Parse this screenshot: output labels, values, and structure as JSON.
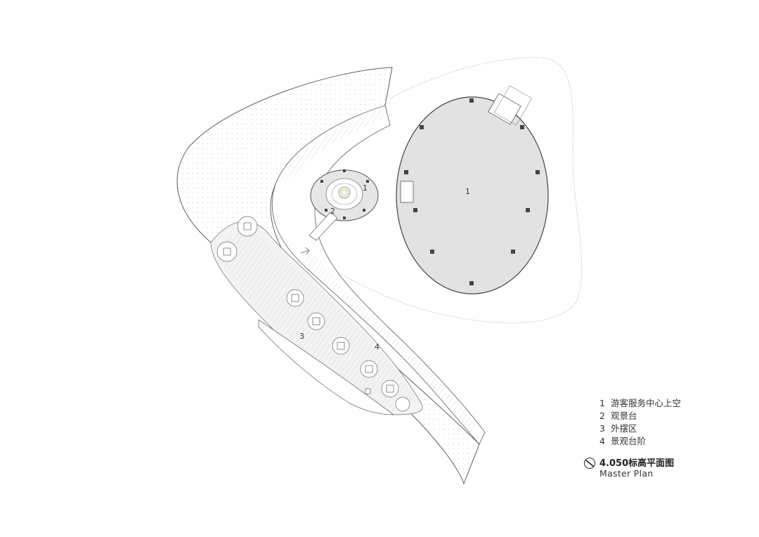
{
  "plan": {
    "region_labels": [
      {
        "id": "visitor-center",
        "text": "1"
      },
      {
        "id": "observation-deck",
        "text": "2"
      },
      {
        "id": "outdoor-stalls",
        "text": "3"
      },
      {
        "id": "deck-steps",
        "text": "4"
      },
      {
        "id": "tower-1",
        "text": "1"
      }
    ]
  },
  "legend": {
    "items": [
      {
        "num": "1",
        "label": "游客服务中心上空"
      },
      {
        "num": "2",
        "label": "观景台"
      },
      {
        "num": "3",
        "label": "外摆区"
      },
      {
        "num": "4",
        "label": "景观台阶"
      }
    ]
  },
  "title_block": {
    "title": "4.050标高平面图",
    "subtitle": "Master Plan",
    "north_icon": "north-arrow-icon"
  },
  "colors": {
    "line": "#6a6a6a",
    "fill_gray": "#e2e2e2",
    "dot": "#b9b9b9"
  }
}
